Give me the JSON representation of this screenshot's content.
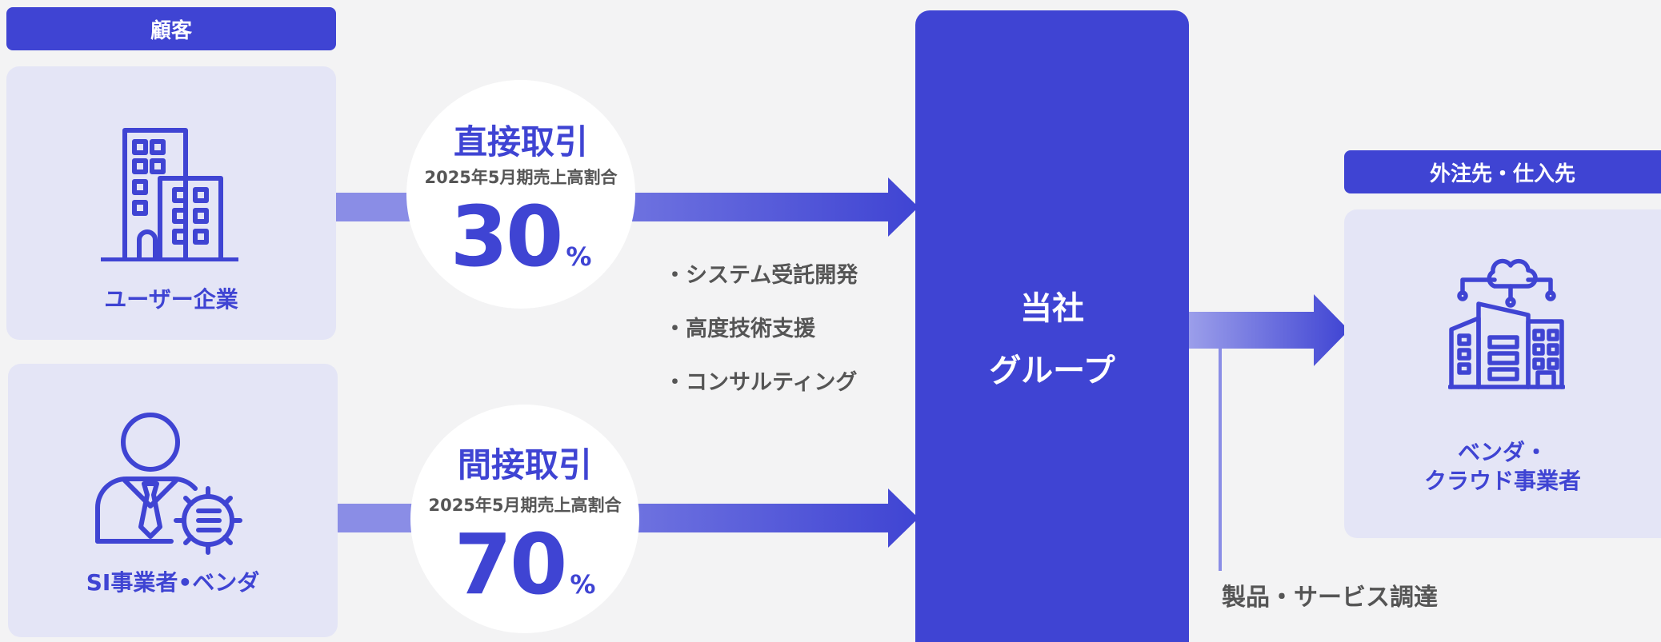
{
  "customer": {
    "header": "顧客",
    "user_company": "ユーザー企業",
    "si_vendor": "SI事業者•ベンダ"
  },
  "direct": {
    "title": "直接取引",
    "subtitle": "2025年5月期売上高割合",
    "value": "30",
    "unit": "%"
  },
  "indirect": {
    "title": "間接取引",
    "subtitle": "2025年5月期売上高割合",
    "value": "70",
    "unit": "%"
  },
  "services": [
    "・システム受託開発",
    "・高度技術支援",
    "・コンサルティング"
  ],
  "company": {
    "line1": "当社",
    "line2": "グループ"
  },
  "supplier": {
    "header": "外注先・仕入先",
    "caption_line1": "ベンダ・",
    "caption_line2": "クラウド事業者"
  },
  "procurement_note": "製品・サービス調達",
  "colors": {
    "accent": "#3f44d3",
    "panel": "#e4e5f6",
    "background": "#f3f3f4",
    "light_bar": "#8a8de6",
    "text_gray": "#555555"
  }
}
